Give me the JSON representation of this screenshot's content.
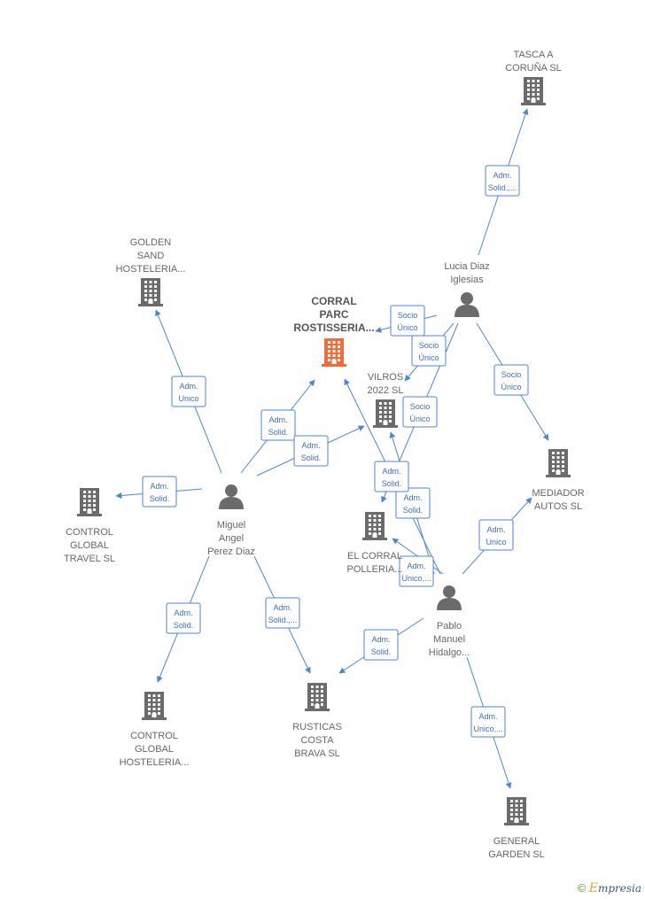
{
  "colors": {
    "edge": "#4a86d4",
    "company": "#6b6b6b",
    "company_highlight": "#f26b3a",
    "person": "#6b6b6b"
  },
  "nodes": [
    {
      "id": "tasca",
      "type": "company",
      "lines": [
        "TASCA A",
        "CORUÑA  SL"
      ]
    },
    {
      "id": "lucia",
      "type": "person",
      "lines": [
        "Lucia Diaz",
        "Iglesias"
      ]
    },
    {
      "id": "golden",
      "type": "company",
      "lines": [
        "GOLDEN",
        "SAND",
        "HOSTELERIA..."
      ]
    },
    {
      "id": "corral",
      "type": "company",
      "highlight": true,
      "lines": [
        "CORRAL",
        "PARC",
        "ROSTISSERIA..."
      ]
    },
    {
      "id": "vilros",
      "type": "company",
      "lines": [
        "VILROS",
        "2022  SL"
      ]
    },
    {
      "id": "mediador",
      "type": "company",
      "lines": [
        "MEDIADOR",
        "AUTOS  SL"
      ]
    },
    {
      "id": "control_travel",
      "type": "company",
      "lines": [
        "CONTROL",
        "GLOBAL",
        "TRAVEL  SL"
      ]
    },
    {
      "id": "miguel",
      "type": "person",
      "lines": [
        "Miguel",
        "Angel",
        "Perez Diaz"
      ]
    },
    {
      "id": "elcorral",
      "type": "company",
      "lines": [
        "EL CORRAL",
        "POLLERIA..."
      ]
    },
    {
      "id": "pablo",
      "type": "person",
      "lines": [
        "Pablo",
        "Manuel",
        "Hidalgo..."
      ]
    },
    {
      "id": "control_host",
      "type": "company",
      "lines": [
        "CONTROL",
        "GLOBAL",
        "HOSTELERIA..."
      ]
    },
    {
      "id": "rusticas",
      "type": "company",
      "lines": [
        "RUSTICAS",
        "COSTA",
        "BRAVA  SL"
      ]
    },
    {
      "id": "general",
      "type": "company",
      "lines": [
        "GENERAL",
        "GARDEN SL"
      ]
    }
  ],
  "edges": [
    {
      "from": "lucia",
      "to": "tasca",
      "label": [
        "Adm.",
        "Solid.,..."
      ]
    },
    {
      "from": "lucia",
      "to": "corral",
      "label": [
        "Socio",
        "Único"
      ]
    },
    {
      "from": "lucia",
      "to": "vilros",
      "label": [
        "Socio",
        "Único"
      ]
    },
    {
      "from": "lucia",
      "to": "mediador",
      "label": [
        "Socio",
        "Único"
      ]
    },
    {
      "from": "lucia",
      "to": "elcorral",
      "label": [
        "Socio",
        "Único"
      ]
    },
    {
      "from": "miguel",
      "to": "golden",
      "label": [
        "Adm.",
        "Unico"
      ]
    },
    {
      "from": "miguel",
      "to": "corral",
      "label": [
        "Adm.",
        "Solid."
      ]
    },
    {
      "from": "miguel",
      "to": "vilros",
      "label": [
        "Adm.",
        "Solid."
      ]
    },
    {
      "from": "miguel",
      "to": "control_travel",
      "label": [
        "Adm.",
        "Solid."
      ]
    },
    {
      "from": "miguel",
      "to": "control_host",
      "label": [
        "Adm.",
        "Solid."
      ]
    },
    {
      "from": "miguel",
      "to": "rusticas",
      "label": [
        "Adm.",
        "Solid.,..."
      ]
    },
    {
      "from": "pablo",
      "to": "vilros",
      "label": [
        "Adm.",
        "Solid."
      ]
    },
    {
      "from": "pablo",
      "to": "corral",
      "label": [
        "Adm.",
        "Solid."
      ]
    },
    {
      "from": "pablo",
      "to": "mediador",
      "label": [
        "Adm.",
        "Unico"
      ]
    },
    {
      "from": "pablo",
      "to": "elcorral",
      "label": [
        "Adm.",
        "Unico,..."
      ]
    },
    {
      "from": "pablo",
      "to": "rusticas",
      "label": [
        "Adm.",
        "Solid."
      ]
    },
    {
      "from": "pablo",
      "to": "general",
      "label": [
        "Adm.",
        "Unico,..."
      ]
    }
  ],
  "brand": {
    "copyright": "©",
    "initial": "E",
    "rest": "mpresia"
  }
}
